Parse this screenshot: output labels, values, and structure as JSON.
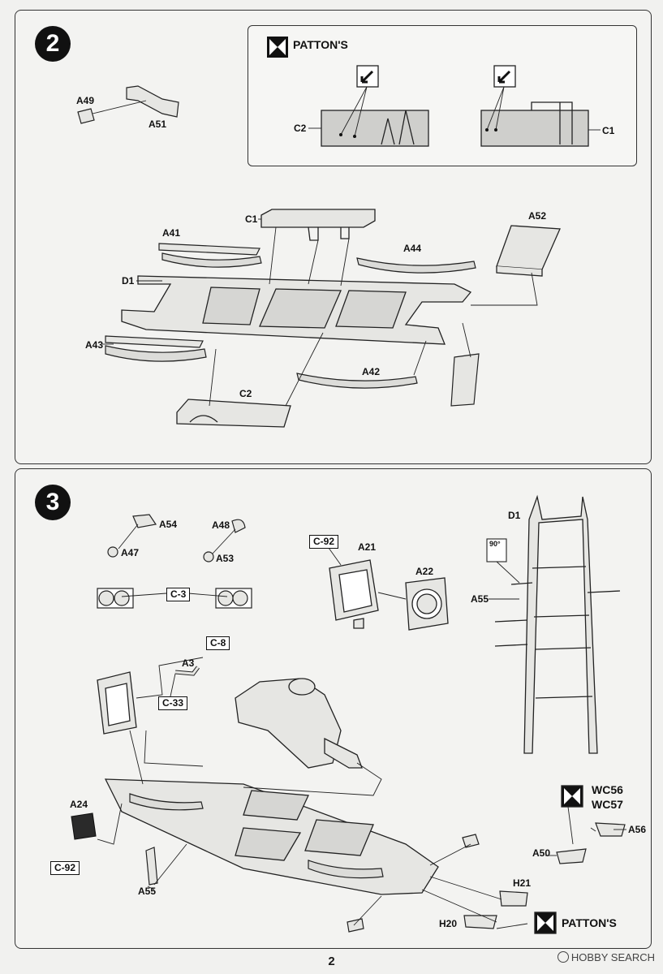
{
  "step2": {
    "number": "2",
    "variant_title": "PATTON'S",
    "labels": {
      "a49": "A49",
      "a51": "A51",
      "c1": "C1",
      "c2": "C2",
      "a41": "A41",
      "a52": "A52",
      "a44": "A44",
      "d1": "D1",
      "a43": "A43",
      "a42": "A42",
      "c2b": "C2",
      "c1b": "C1"
    }
  },
  "step3": {
    "number": "3",
    "labels": {
      "a54": "A54",
      "a47": "A47",
      "a48": "A48",
      "a53": "A53",
      "c3": "C-3",
      "c92a": "C-92",
      "a21": "A21",
      "a22": "A22",
      "d1": "D1",
      "angle": "90°",
      "a55a": "A55",
      "c8": "C-8",
      "a3": "A3",
      "c33": "C-33",
      "a24": "A24",
      "c92b": "C-92",
      "a55b": "A55",
      "a56": "A56",
      "a50": "A50",
      "h21": "H21",
      "h20": "H20"
    },
    "variant_wc_line1": "WC56",
    "variant_wc_line2": "WC57",
    "variant_patton": "PATTON'S"
  },
  "page_number": "2",
  "watermark": "HOBBY SEARCH"
}
